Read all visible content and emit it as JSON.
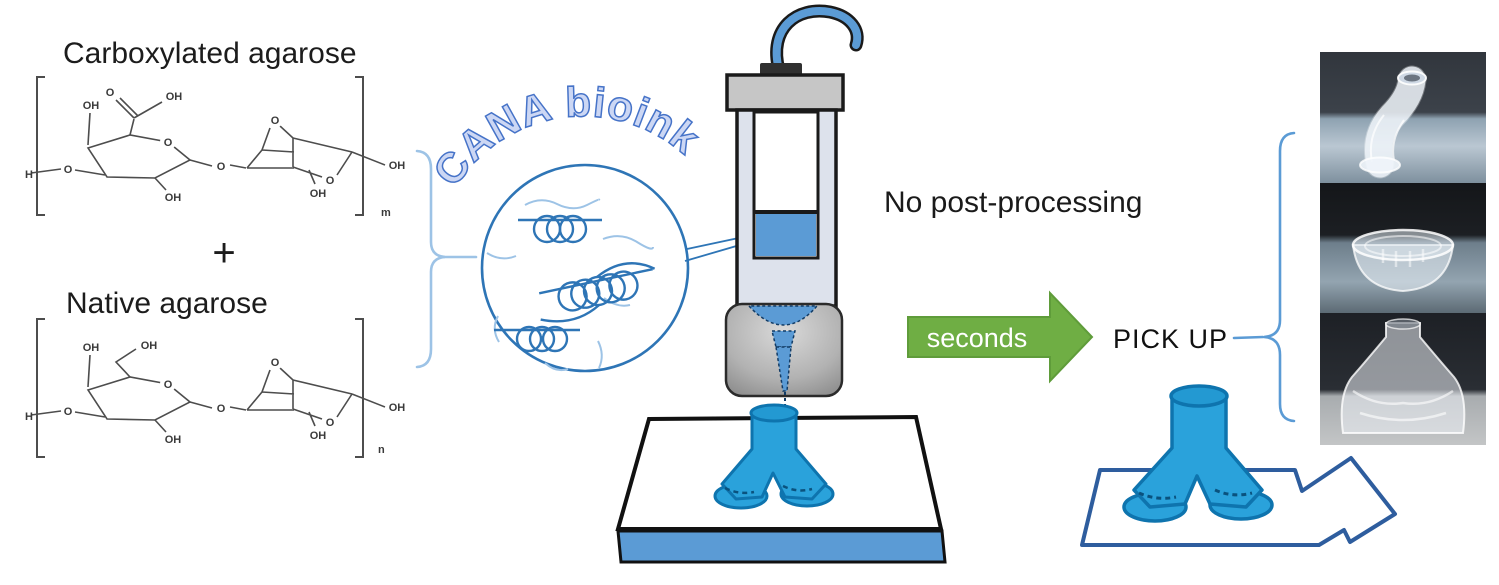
{
  "figure": {
    "left": {
      "carboxylated_title": "Carboxylated agarose",
      "plus_sign": "+",
      "native_title": "Native agarose",
      "subscript_m": "m",
      "subscript_n": "n"
    },
    "chem_labels": {
      "oh": "OH",
      "o": "O",
      "h": "H"
    },
    "bioink_label": "CANA bioink",
    "no_post_processing": "No post-processing",
    "arrow_label": "seconds",
    "pick_up": "PICK UP",
    "colors": {
      "printed_object_blue": "#2aa2db",
      "ink_blue": "#5b9bd5",
      "object_outline_blue": "#0e74ae",
      "coil_blue": "#2e75b6",
      "light_blue_brace": "#9dc3e6",
      "brace_blue": "#5b9bd5",
      "arrow_green": "#6fae44",
      "cana_text_fill": "#ccd7f4",
      "cana_text_stroke": "#4673c8"
    }
  }
}
